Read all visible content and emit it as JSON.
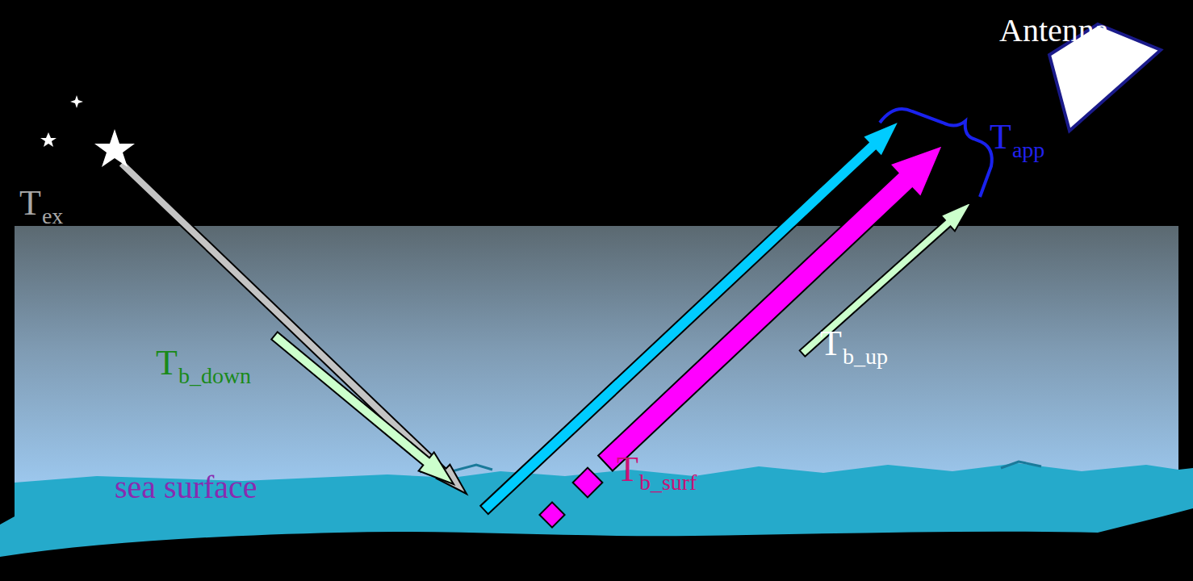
{
  "diagram": {
    "labels": [
      "Antenna",
      "T",
      "app",
      "T",
      "ex",
      "T",
      "b_down",
      "T",
      "b_up",
      "T",
      "b_surf",
      "sea surface"
    ]
  }
}
